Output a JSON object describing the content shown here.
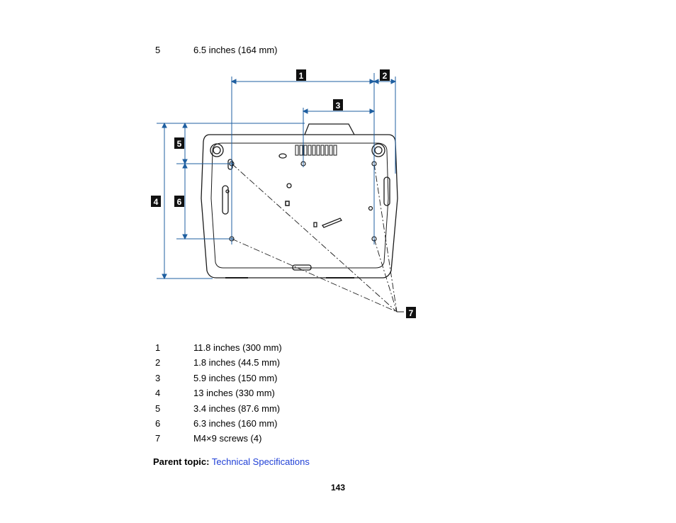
{
  "top_row": {
    "num": "5",
    "text": "6.5 inches (164 mm)"
  },
  "diagram": {
    "callouts": [
      "1",
      "2",
      "3",
      "4",
      "5",
      "6",
      "7"
    ]
  },
  "legend": [
    {
      "num": "1",
      "text": "11.8 inches (300 mm)"
    },
    {
      "num": "2",
      "text": "1.8 inches (44.5 mm)"
    },
    {
      "num": "3",
      "text": "5.9 inches (150 mm)"
    },
    {
      "num": "4",
      "text": "13 inches (330 mm)"
    },
    {
      "num": "5",
      "text": "3.4 inches (87.6 mm)"
    },
    {
      "num": "6",
      "text": "6.3 inches (160 mm)"
    },
    {
      "num": "7",
      "text": "M4×9 screws (4)"
    }
  ],
  "parent_topic": {
    "label": "Parent topic:",
    "link": "Technical Specifications"
  },
  "page_number": "143",
  "colors": {
    "dimension_line": "#1f5fa0",
    "drawing": "#1a1a1a",
    "link": "#1f3fd6"
  }
}
